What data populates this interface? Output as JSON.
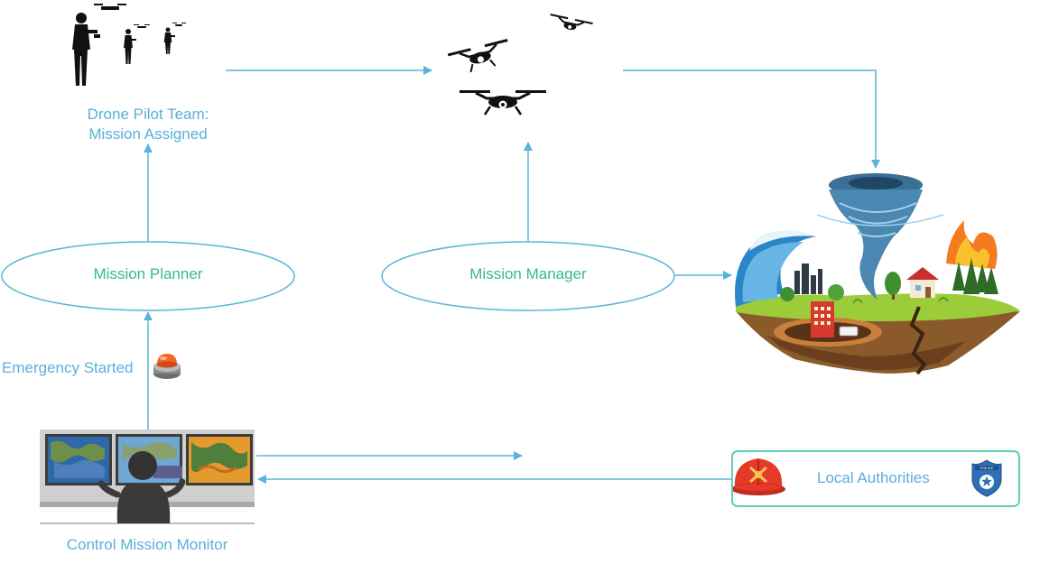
{
  "colors": {
    "arrow": "#5ab4d8",
    "label_blue": "#5aafd9",
    "label_green": "#35b897",
    "box_border": "#5cd1b0"
  },
  "nodes": {
    "pilot_team": {
      "line1": "Drone Pilot Team:",
      "line2": "Mission Assigned",
      "icon": "drone-pilots-icon"
    },
    "drones": {
      "icon": "drone-swarm-icon"
    },
    "disaster": {
      "icon": "disaster-island-icon"
    },
    "mission_planner": {
      "label": "Mission Planner"
    },
    "mission_manager": {
      "label": "Mission Manager"
    },
    "emergency": {
      "label": "Emergency Started",
      "icon": "alarm-button-icon"
    },
    "control_monitor": {
      "label": "Control Mission Monitor",
      "icon": "control-room-icon"
    },
    "local_authorities": {
      "label": "Local Authorities",
      "icons": [
        "firefighter-helmet-icon",
        "police-badge-icon"
      ]
    }
  },
  "badge_text": "POLICE"
}
